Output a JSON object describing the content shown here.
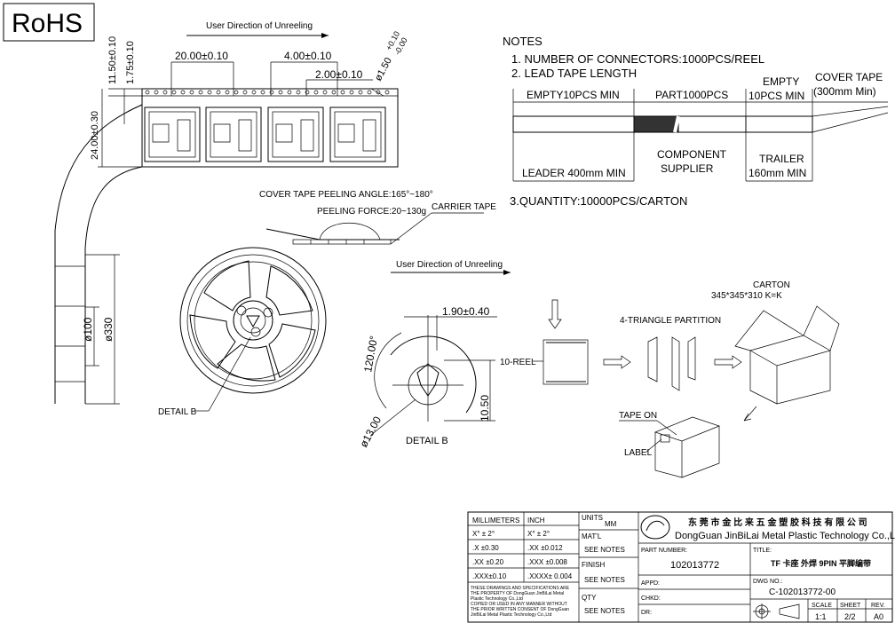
{
  "rohs_label": "RoHS",
  "tape_section": {
    "direction_label_top": "User Direction of Unreeling",
    "dim_pitch": "20.00±0.10",
    "dim_sprocket_pitch": "4.00±0.10",
    "dim_offset": "2.00±0.10",
    "dim_hole": "ø1.50",
    "dim_hole_tol_plus": "+0.10",
    "dim_hole_tol_minus": "-0.00",
    "dim_width": "24.00±0.30",
    "dim_11_50": "11.50±0.10",
    "dim_1_75": "1.75±0.10"
  },
  "notes": {
    "title": "NOTES",
    "item1": "1.  NUMBER OF CONNECTORS:1000PCS/REEL",
    "item2": "2.  LEAD TAPE LENGTH",
    "item3": "3.QUANTITY:10000PCS/CARTON",
    "empty_left": "EMPTY10PCS  MIN",
    "part_label": "PART1000PCS",
    "empty_right_1": "EMPTY",
    "empty_right_2": "10PCS  MIN",
    "cover_tape_1": "COVER  TAPE",
    "cover_tape_2": "(300mm  Min)",
    "leader": "LEADER  400mm  MIN",
    "component_1": "COMPONENT",
    "component_2": "SUPPLIER",
    "trailer_1": "TRAILER",
    "trailer_2": "160mm  MIN"
  },
  "peeling": {
    "angle": "COVER TAPE PEELING ANGLE:165°~180°",
    "force": "PEELING FORCE:20~130g",
    "carrier": "CARRIER TAPE"
  },
  "reel": {
    "direction_label": "User Direction of Unreeling",
    "dim_100": "ø100",
    "dim_330": "ø330",
    "detail_callout": "DETAIL B"
  },
  "detail_b": {
    "dim_190": "1.90±0.40",
    "dim_120": "120.00°",
    "dim_1050": "10.50",
    "dim_1300": "ø13.00",
    "label": "DETAIL B"
  },
  "packing": {
    "ten_reel": "10-REEL",
    "partition": "4-TRIANGLE PARTITION",
    "carton": "CARTON",
    "carton_size": "345*345*310  K=K",
    "tape_on": "TAPE ON",
    "label": "LABEL"
  },
  "title_block": {
    "mm_header": "MILLIMETERS",
    "inch_header": "INCH",
    "units_label": "UNITS",
    "units_value": "MM",
    "tol_rows": [
      {
        "mm": "X°  ±  2°",
        "inch": "X°  ±  2°"
      },
      {
        "mm": ".X    ±0.30",
        "inch": ".XX    ±0.012"
      },
      {
        "mm": ".XX  ±0.20",
        "inch": ".XXX  ±0.008"
      },
      {
        "mm": ".XXX±0.10",
        "inch": ".XXXX± 0.004"
      }
    ],
    "disclaimer_1": "THESE DRAWINGS AND SPECIFICATIONS ARE",
    "disclaimer_2": "THE PROPERTY OF DongGuan JinBiLai Metal",
    "disclaimer_3": "Plastic Technology Co.,Ltd",
    "disclaimer_4": "COPIED OR USED IN ANY MANNER WITHOUT",
    "disclaimer_5": "THE PRIOR WRITTEN CONSENT OF DongGuan",
    "disclaimer_6": "JinBiLai Metal Plastic Technology Co.,Ltd",
    "matl": "MAT'L",
    "see_notes_1": "SEE  NOTES",
    "finish": "FINISH",
    "see_notes_2": "SEE  NOTES",
    "qty": "QTY",
    "see_notes_3": "SEE  NOTES",
    "company_cn": "东 莞 市 金 比 来 五 金 塑 胶 科 技 有 限 公 司",
    "company_en": "DongGuan JinBiLai Metal Plastic Technology Co.,Ltd",
    "part_number_label": "PART NUMBER:",
    "part_number": "102013772",
    "title_label": "TITLE:",
    "title_value": "TF 卡座 外焊 9PIN 平脚编带",
    "appd": "APPD:",
    "dwg_no_label": "DWG NO.:",
    "dwg_no": "C-102013772-00",
    "chkd": "CHKD:",
    "dr": "DR:",
    "scale_label": "SCALE",
    "sheet_label": "SHEET",
    "rev_label": "REV.",
    "scale": "1:1",
    "sheet": "2/2",
    "rev": "A0"
  }
}
